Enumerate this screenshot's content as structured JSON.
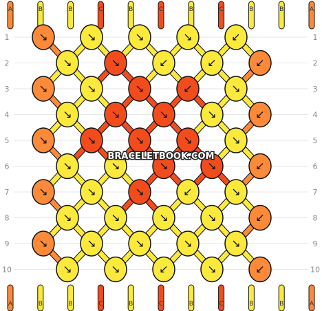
{
  "watermark": "BRACELETBOOK.COM",
  "colors": {
    "A": "#fc8a38",
    "B": "#fbe93c",
    "C": "#f24c1d",
    "line": "#e6e6e6",
    "outline": "#111111"
  },
  "string_labels": [
    "A",
    "B",
    "B",
    "C",
    "B",
    "C",
    "B",
    "C",
    "B",
    "B",
    "A"
  ],
  "rows": [
    {
      "label": "1",
      "knots": [
        [
          "A",
          "↘"
        ],
        [
          "B",
          "↘"
        ],
        [
          "B",
          "↘"
        ],
        [
          "B",
          "↘"
        ],
        [
          "B",
          "↙"
        ]
      ]
    },
    {
      "label": "2",
      "knots": [
        [
          "B",
          "↘"
        ],
        [
          "C",
          "↘"
        ],
        [
          "B",
          "↙"
        ],
        [
          "B",
          "↙"
        ],
        [
          "A",
          "↙"
        ]
      ]
    },
    {
      "label": "3",
      "knots": [
        [
          "A",
          "↘"
        ],
        [
          "B",
          "↘"
        ],
        [
          "C",
          "↘"
        ],
        [
          "C",
          "↙"
        ],
        [
          "B",
          "↘"
        ]
      ]
    },
    {
      "label": "4",
      "knots": [
        [
          "B",
          "↘"
        ],
        [
          "C",
          "↘"
        ],
        [
          "C",
          "↘"
        ],
        [
          "B",
          "↘"
        ],
        [
          "A",
          "↙"
        ]
      ]
    },
    {
      "label": "5",
      "knots": [
        [
          "A",
          "↘"
        ],
        [
          "C",
          "↘"
        ],
        [
          "C",
          "↘"
        ],
        [
          "C",
          "↘"
        ],
        [
          "B",
          "↘"
        ]
      ]
    },
    {
      "label": "6",
      "knots": [
        [
          "B",
          "↘"
        ],
        [
          "B",
          "↘"
        ],
        [
          "C",
          "↘"
        ],
        [
          "C",
          "↘"
        ],
        [
          "A",
          "↙"
        ]
      ]
    },
    {
      "label": "7",
      "knots": [
        [
          "A",
          "↘"
        ],
        [
          "B",
          "↘"
        ],
        [
          "C",
          "↘"
        ],
        [
          "B",
          "↙"
        ],
        [
          "B",
          "↘"
        ]
      ]
    },
    {
      "label": "8",
      "knots": [
        [
          "B",
          "↘"
        ],
        [
          "B",
          "↘"
        ],
        [
          "B",
          "↘"
        ],
        [
          "B",
          "↘"
        ],
        [
          "A",
          "↙"
        ]
      ]
    },
    {
      "label": "9",
      "knots": [
        [
          "A",
          "↘"
        ],
        [
          "B",
          "↘"
        ],
        [
          "B",
          "↘"
        ],
        [
          "B",
          "↘"
        ],
        [
          "B",
          "↘"
        ]
      ]
    },
    {
      "label": "10",
      "knots": [
        [
          "B",
          "↘"
        ],
        [
          "B",
          "↘"
        ],
        [
          "B",
          "↙"
        ],
        [
          "B",
          "↘"
        ],
        [
          "A",
          "↙"
        ]
      ]
    }
  ]
}
